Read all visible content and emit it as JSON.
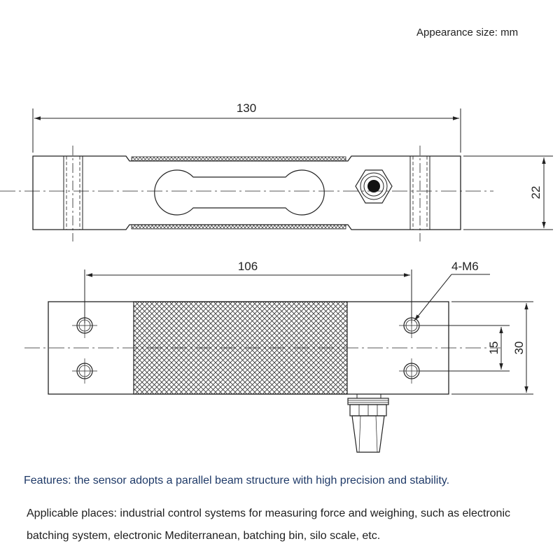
{
  "header": {
    "unit_note": "Appearance size: mm"
  },
  "dimensions": {
    "length": "130",
    "height": "22",
    "hole_spacing": "106",
    "thread": "4-M6",
    "hole_pitch": "15",
    "width": "30"
  },
  "text": {
    "features": "Features: the sensor adopts a parallel beam structure with high precision and stability.",
    "applicable": "Applicable places: industrial control systems for measuring force and weighing, such as electronic batching system, electronic Mediterranean, batching bin, silo scale, etc."
  }
}
